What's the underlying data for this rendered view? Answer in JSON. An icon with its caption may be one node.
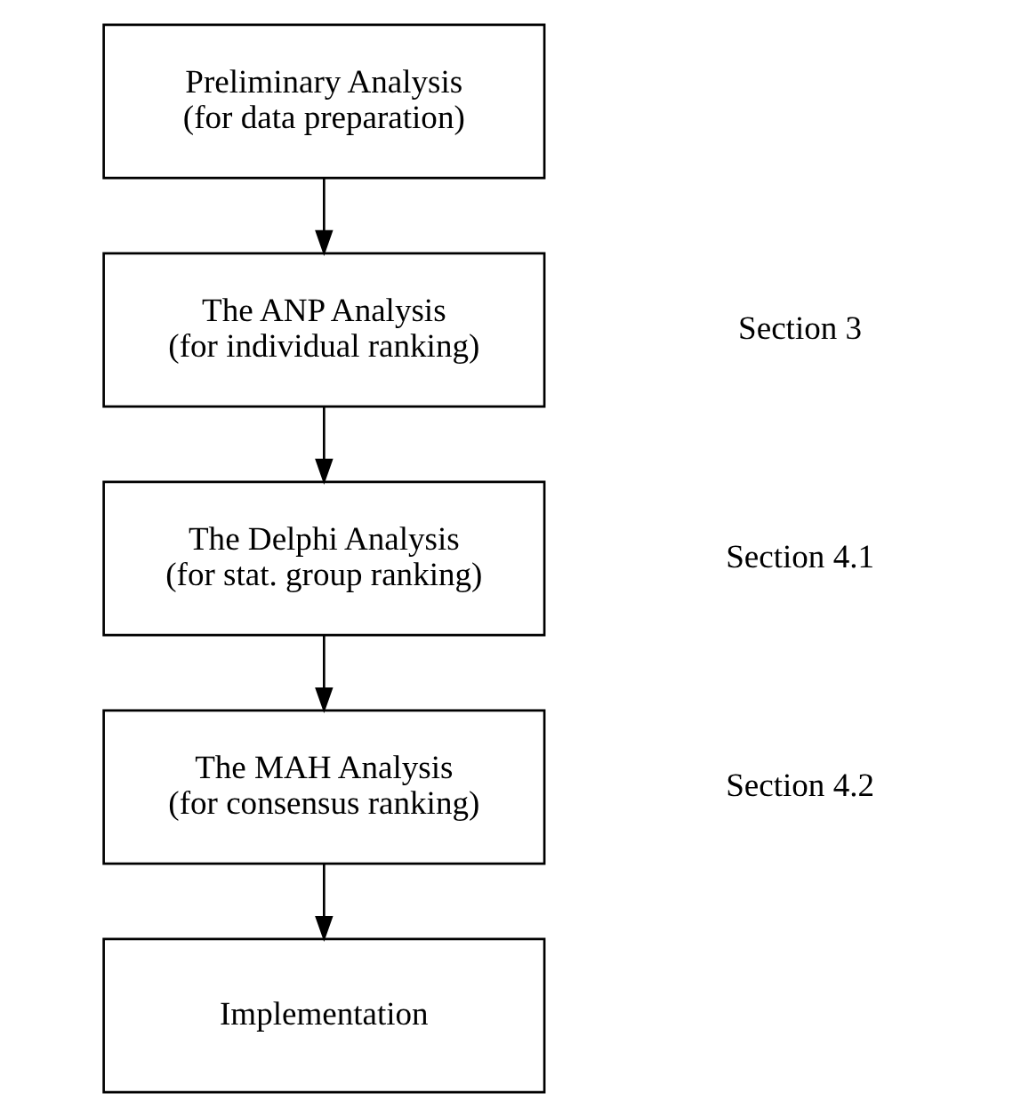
{
  "diagram": {
    "nodes": [
      {
        "text": [
          "Preliminary Analysis",
          "(for data preparation)"
        ]
      },
      {
        "text": [
          "The ANP Analysis",
          "(for individual ranking)"
        ]
      },
      {
        "text": [
          "The Delphi Analysis",
          "(for stat. group ranking)"
        ]
      },
      {
        "text": [
          "The MAH Analysis",
          "(for consensus ranking)"
        ]
      },
      {
        "text": [
          "Implementation"
        ]
      }
    ],
    "edges": [
      {
        "from": 0,
        "to": 1,
        "arrow": "to"
      },
      {
        "from": 1,
        "to": 2,
        "arrow": "to"
      },
      {
        "from": 2,
        "to": 3,
        "arrow": "to"
      },
      {
        "from": 3,
        "to": 4,
        "arrow": "to"
      }
    ],
    "labels": [
      "Section 3",
      "Section 4.1",
      "Section 4.2"
    ]
  }
}
